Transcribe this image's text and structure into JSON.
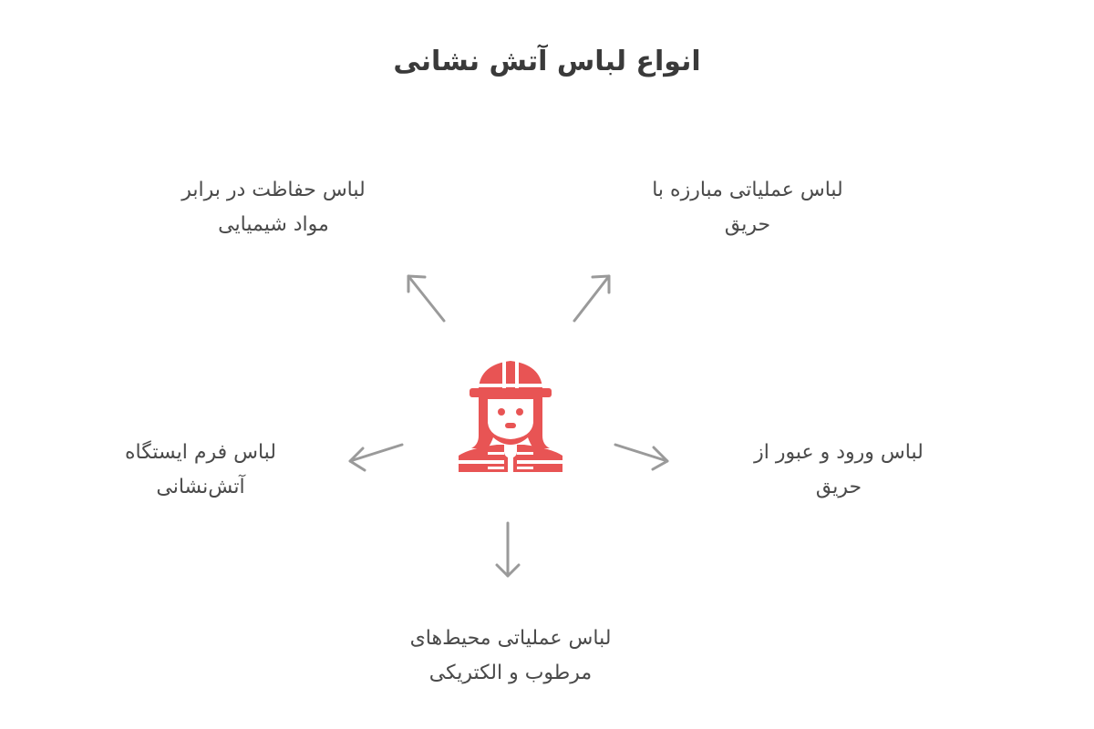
{
  "title": "انواع لباس آتش نشانی",
  "colors": {
    "accent": "#e85454",
    "arrow": "#999999",
    "text": "#4a4a4a"
  },
  "center": {
    "icon": "firefighter-icon"
  },
  "nodes": {
    "chemical": {
      "line1": "لباس حفاظت در برابر",
      "line2": "مواد شیمیایی",
      "direction": "up-left"
    },
    "firefight": {
      "line1": "لباس عملیاتی مبارزه با",
      "line2": "حریق",
      "direction": "up-right"
    },
    "station": {
      "line1": "لباس فرم ایستگاه",
      "line2": "آتش‌نشانی",
      "direction": "left"
    },
    "entry": {
      "line1": "لباس ورود و عبور از",
      "line2": "حریق",
      "direction": "right"
    },
    "electric": {
      "line1": "لباس عملیاتی محیط‌های",
      "line2": "مرطوب و الکتریکی",
      "direction": "down"
    }
  }
}
